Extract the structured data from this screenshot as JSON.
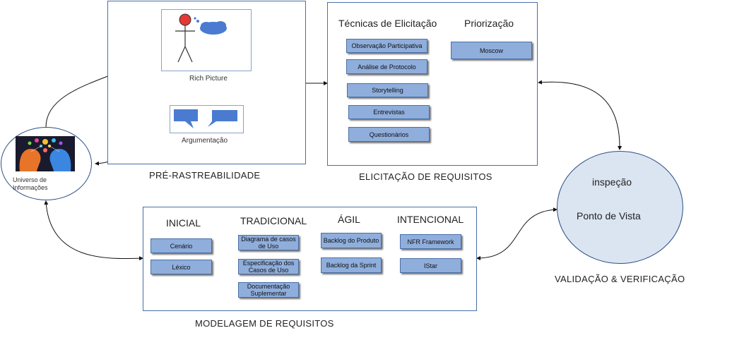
{
  "pre_rastreabilidade": {
    "caption": "PRÉ-RASTREABILIDADE",
    "rich_picture_label": "Rich Picture",
    "argumentacao_label": "Argumentação"
  },
  "elicitacao": {
    "caption": "ELICITAÇÃO DE REQUISITOS",
    "tecnicas_heading": "Técnicas de Elicitação",
    "priorizacao_heading": "Priorização",
    "tecnicas": [
      "Observação Participativa",
      "Análise de Protocolo",
      "Storytelling",
      "Entrevistas",
      "Questionários"
    ],
    "priorizacao": [
      "Moscow"
    ]
  },
  "universo": {
    "label_line1": "Universo de",
    "label_line2": "Informações"
  },
  "validacao": {
    "caption": "VALIDAÇÃO & VERIFICAÇÃO",
    "item1": "inspeção",
    "item2": "Ponto de Vista"
  },
  "modelagem": {
    "caption": "MODELAGEM DE REQUISITOS",
    "inicial": {
      "heading": "INICIAL",
      "items": [
        "Cenário",
        "Léxico"
      ]
    },
    "tradicional": {
      "heading": "TRADICIONAL",
      "items": [
        "Diagrama de casos de Uso",
        "Especificação dos Casos de Uso",
        "Documentação Suplementar"
      ]
    },
    "agil": {
      "heading": "ÁGIL",
      "items": [
        "Backlog do Produto",
        "Backlog da Sprint"
      ]
    },
    "intencional": {
      "heading": "INTENCIONAL",
      "items": [
        "NFR Framework",
        "IStar"
      ]
    }
  },
  "colors": {
    "box_fill": "#8faedc",
    "border": "#4a6fa5",
    "ellipse_fill": "#dbe5f1"
  }
}
